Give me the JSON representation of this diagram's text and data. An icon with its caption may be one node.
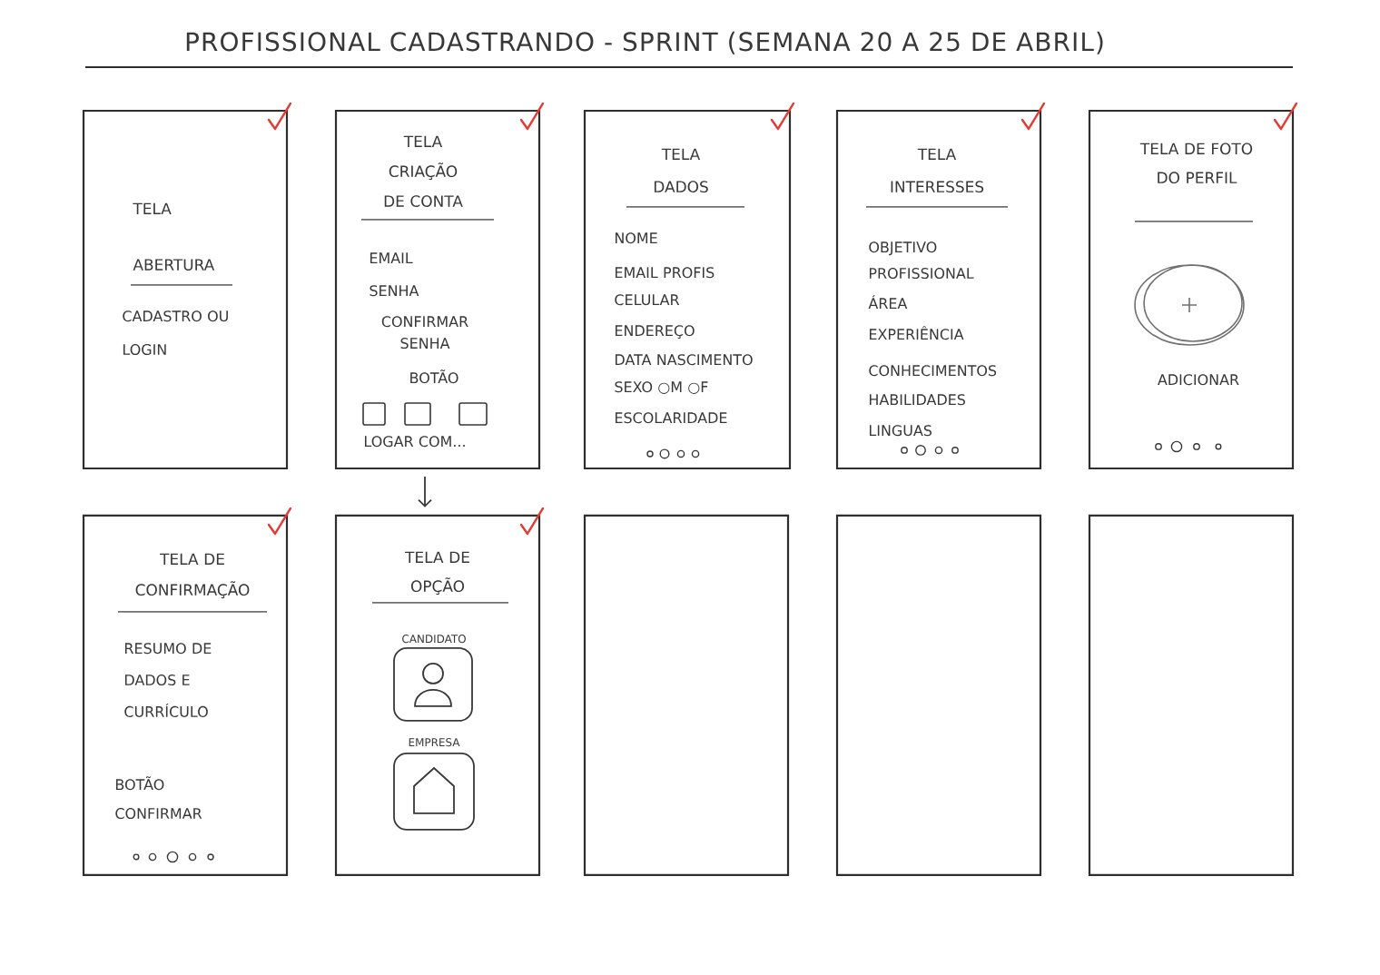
{
  "diagram": {
    "title": "PROFISSIONAL CADASTRANDO - SPRINT (SEMANA 20 A 25 DE ABRIL)",
    "nodes": [
      {
        "text": [
          "TELA ABERTURA",
          "CADASTRO OU LOGIN"
        ]
      },
      {
        "text": [
          "TELA CRIAÇÃO DE CONTA",
          "EMAIL",
          "SENHA",
          "CONFIRMAR SENHA",
          "BOTÃO",
          "LOGAR COM..."
        ]
      },
      {
        "text": [
          "TELA DADOS",
          "NOME",
          "EMAIL PROFIS",
          "CELULAR",
          "ENDEREÇO",
          "DATA NASCIMENTO",
          "SEXO ○M ○F",
          "ESCOLARIDADE"
        ]
      },
      {
        "text": [
          "TELA INTERESSES",
          "OBJETIVO PROFISSIONAL",
          "ÁREA",
          "EXPERIÊNCIA",
          "CONHECIMENTOS",
          "HABILIDADES",
          "LINGUAS"
        ]
      },
      {
        "text": [
          "TELA DE FOTO DO PERFIL",
          "ADICIONAR"
        ]
      },
      {
        "text": [
          "TELA DE CONFIRMAÇÃO",
          "RESUMO DE DADOS E CURRÍCULO",
          "BOTÃO CONFIRMAR"
        ]
      },
      {
        "text": [
          "TELA DE OPÇÃO",
          "CANDIDATO",
          "EMPRESA"
        ]
      },
      {
        "text": [],
        "shape": "box"
      },
      {
        "text": [],
        "shape": "box"
      },
      {
        "text": [],
        "shape": "box"
      }
    ],
    "edges": [
      {
        "from": 1,
        "to": 6,
        "arrow": "to"
      }
    ]
  }
}
